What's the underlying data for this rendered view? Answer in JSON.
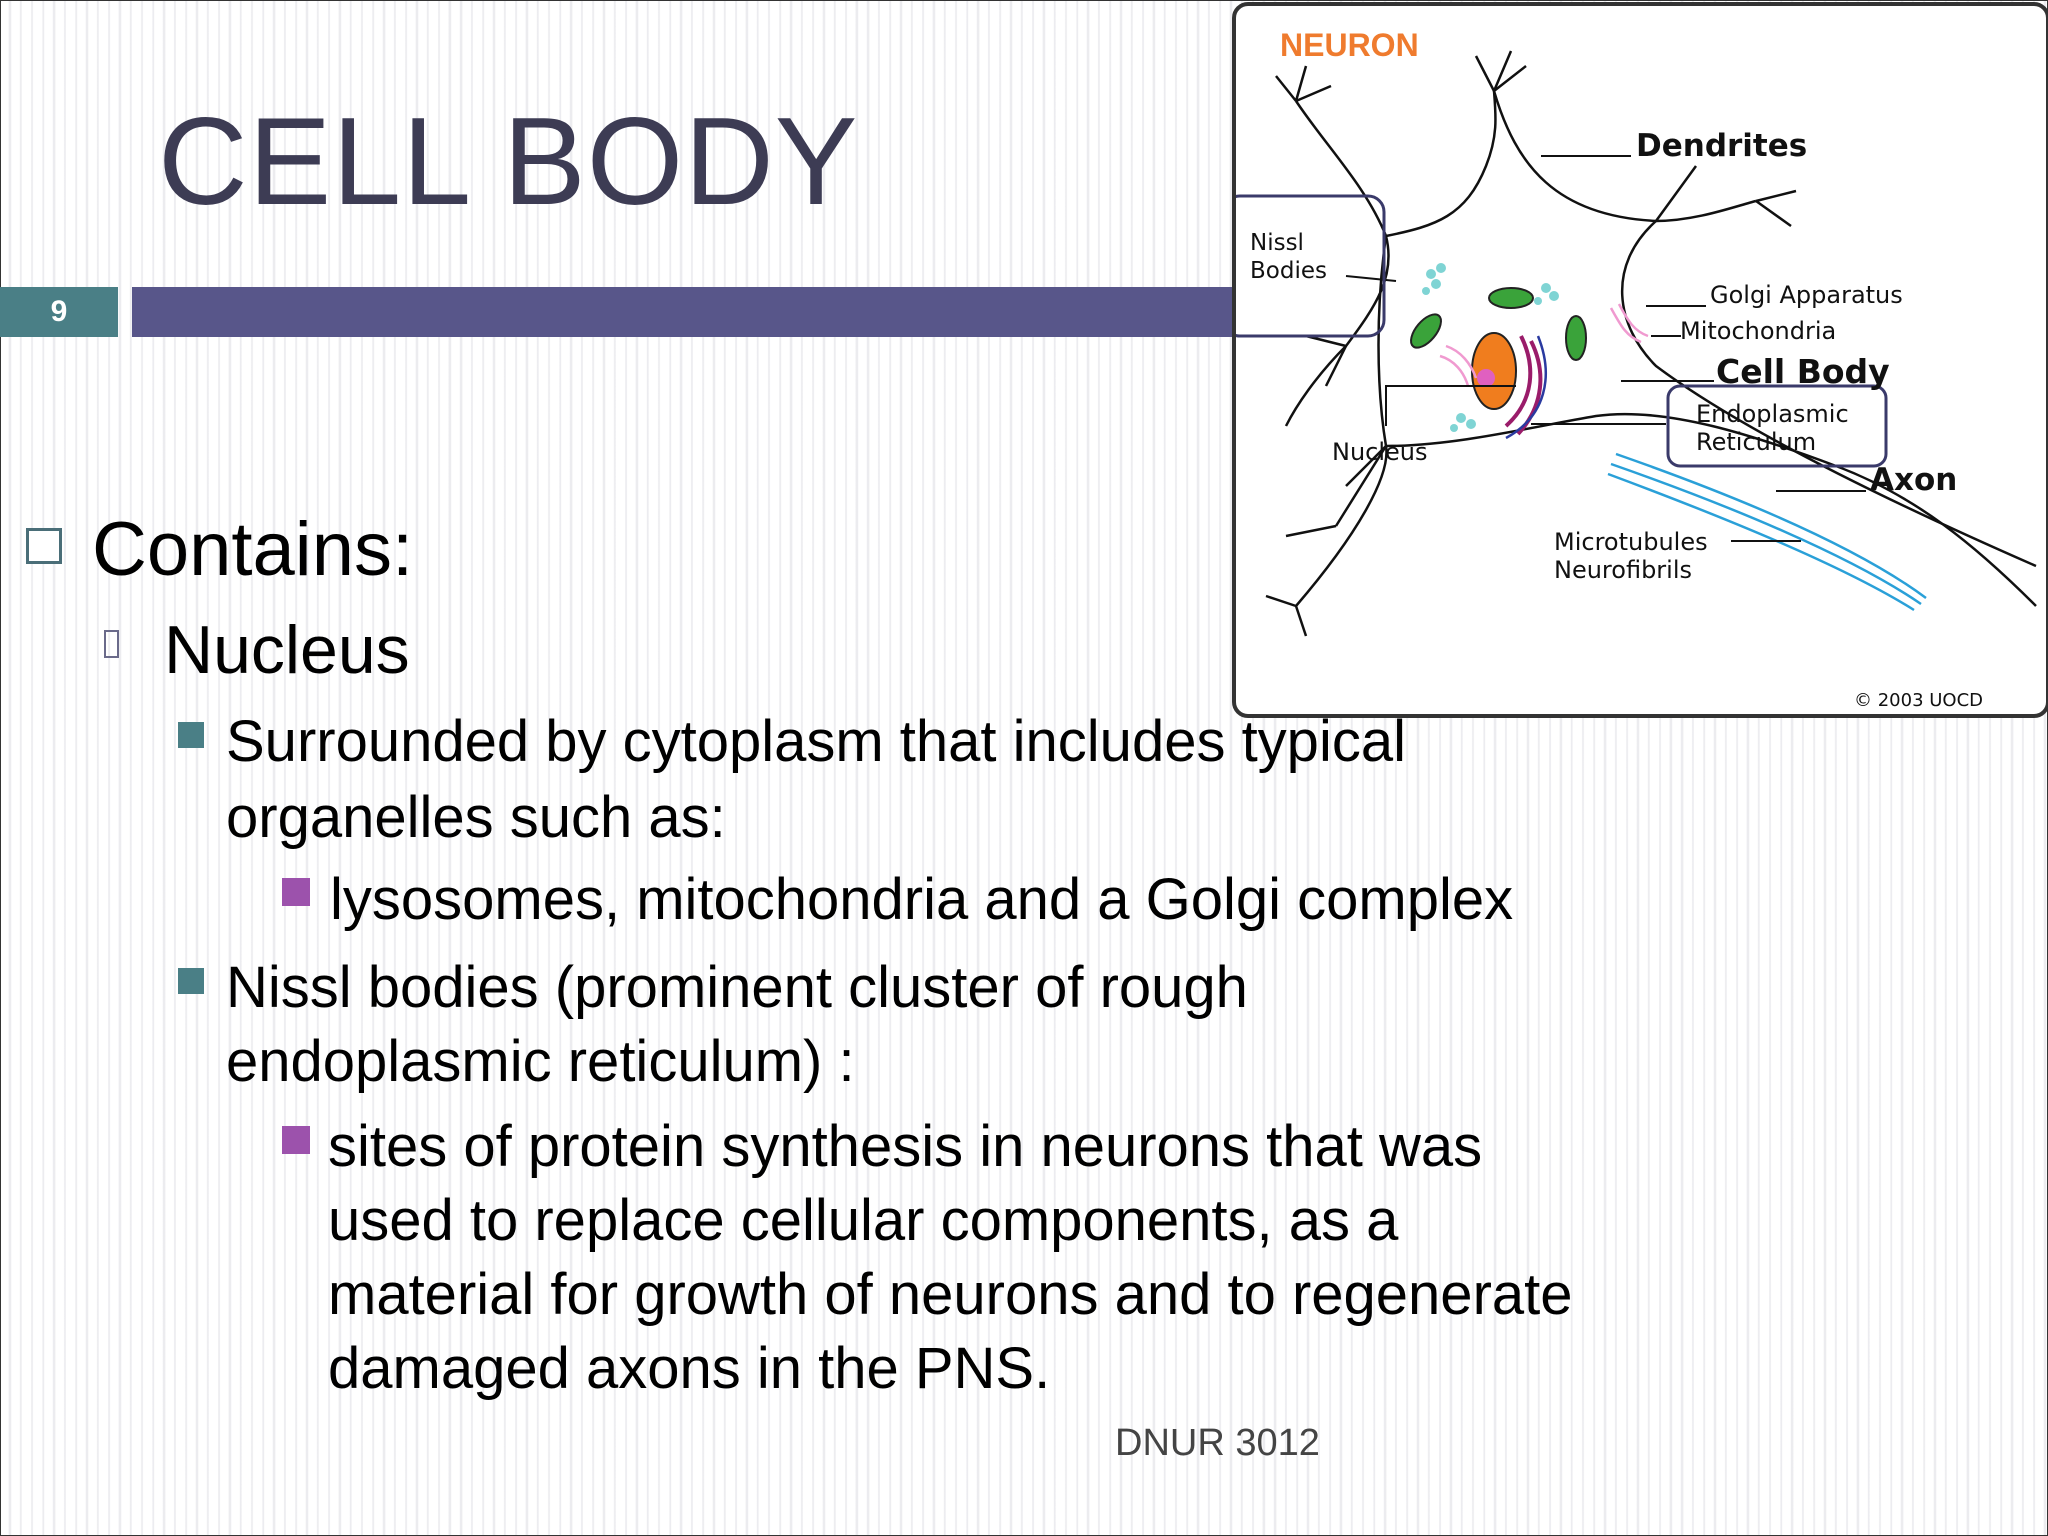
{
  "slide": {
    "title": "CELL BODY",
    "number": "9",
    "footer": "DNUR 3012",
    "colors": {
      "title": "#3d3c54",
      "bar": "#58568a",
      "number_box": "#4a7f86",
      "teal_bullet": "#4a7f86",
      "purple_bullet": "#9c52ac"
    }
  },
  "content": {
    "l1": "Contains:",
    "l2": "Nucleus",
    "item1_line1": "Surrounded by cytoplasm that includes typical",
    "item1_line2": "organelles such as:",
    "item1_sub": " lysosomes, mitochondria and a Golgi complex",
    "item2_line1": "Nissl bodies (prominent cluster of rough",
    "item2_line2": "endoplasmic reticulum) :",
    "item2_sub_line1": "sites of protein synthesis in neurons that was",
    "item2_sub_line2": "used to replace cellular components, as a",
    "item2_sub_line3": "material for growth of neurons and to regenerate",
    "item2_sub_line4": "damaged axons in the PNS."
  },
  "figure": {
    "heading": "NEURON",
    "labels": {
      "dendrites": "Dendrites",
      "nissl_1": "Nissl",
      "nissl_2": "Bodies",
      "golgi": "Golgi Apparatus",
      "mitochondria": "Mitochondria",
      "cell_body": "Cell Body",
      "er_1": "Endoplasmic",
      "er_2": "Reticulum",
      "nucleus": "Nucleus",
      "axon": "Axon",
      "micro_1": "Microtubules",
      "micro_2": "Neurofibrils",
      "copyright": "© 2003 UOCD"
    },
    "colors": {
      "heading": "#ef7b2e",
      "nucleus": "#f07d1e",
      "nucleolus": "#e060c0",
      "mitochondria": "#3aa33a",
      "nissl": "#7fd4d4",
      "golgi": "#f09ad0",
      "er": "#9a1c6a",
      "microtubules": "#2aa0d8",
      "highlight_box": "#3a3a6a"
    }
  }
}
